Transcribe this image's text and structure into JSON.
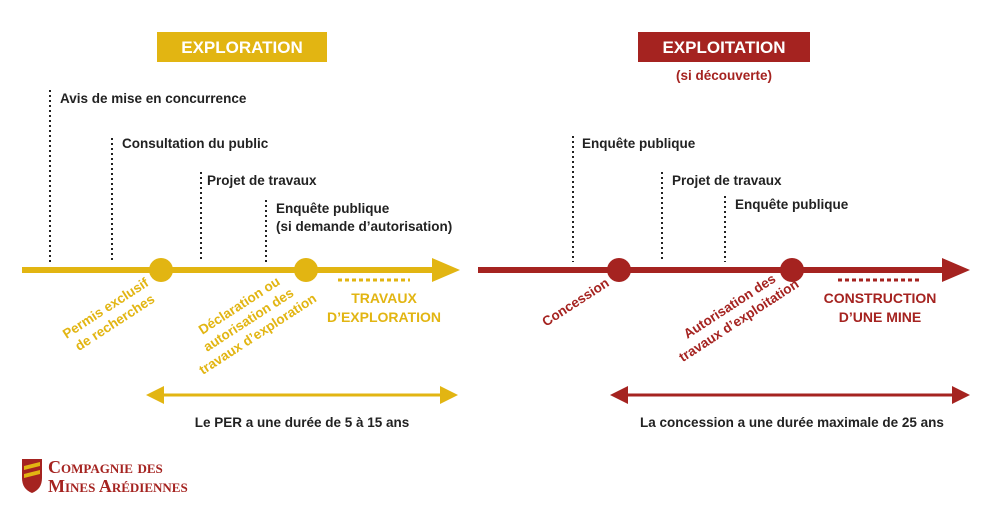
{
  "colors": {
    "exploration": "#e2b512",
    "exploitation": "#a52320",
    "text": "#222222"
  },
  "exploration": {
    "title": "EXPLORATION",
    "events": [
      "Avis de mise en concurrence",
      "Consultation du public",
      "Projet de travaux",
      "Enquête publique",
      "(si demande d’autorisation)"
    ],
    "milestones": {
      "per": [
        "Permis exclusif",
        "de recherches"
      ],
      "declaration": [
        "Déclaration ou",
        "autorisation des",
        "travaux d’exploration"
      ]
    },
    "phase": [
      "TRAVAUX",
      "D’EXPLORATION"
    ],
    "duration": "Le PER a une durée de 5 à 15 ans"
  },
  "exploitation": {
    "title": "EXPLOITATION",
    "subtitle": "(si découverte)",
    "events": [
      "Enquête publique",
      "Projet de travaux",
      "Enquête publique"
    ],
    "milestones": {
      "concession": "Concession",
      "autorisation": [
        "Autorisation des",
        "travaux d’exploitation"
      ]
    },
    "phase": [
      "CONSTRUCTION",
      "D’UNE MINE"
    ],
    "duration": "La concession a une durée maximale de 25 ans"
  },
  "logo": {
    "icon": "shield-icon",
    "line1": "Compagnie des",
    "line2": "Mines Arédiennes"
  }
}
